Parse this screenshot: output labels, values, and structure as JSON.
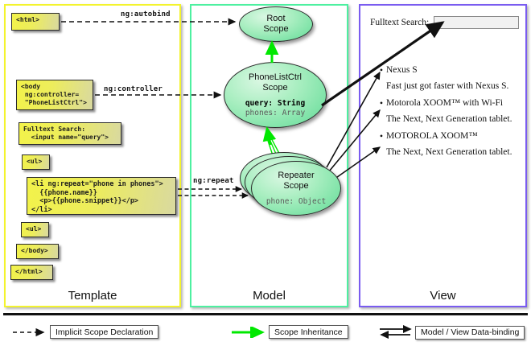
{
  "columns": {
    "template": {
      "label": "Template"
    },
    "model": {
      "label": "Model"
    },
    "view": {
      "label": "View"
    }
  },
  "template": {
    "boxes": [
      {
        "name": "html-open-box",
        "text": "<html>"
      },
      {
        "name": "body-box",
        "text": "<body\n ng:controller=\n \"PhoneListCtrl\">"
      },
      {
        "name": "fulltext-box",
        "text": "Fulltext Search:\n  <input name=\"query\">"
      },
      {
        "name": "ul-open-box",
        "text": "<ul>"
      },
      {
        "name": "li-repeat-box",
        "text": "<li ng:repeat=\"phone in phones\">\n  {{phone.name}}\n  <p>{{phone.snippet}}</p>\n</li>"
      },
      {
        "name": "ul-close-box",
        "text": "<ul>"
      },
      {
        "name": "body-close-box",
        "text": "</body>"
      },
      {
        "name": "html-close-box",
        "text": "</html>"
      }
    ]
  },
  "model": {
    "scopes": [
      {
        "name": "root-scope",
        "title": "Root\nScope",
        "props": []
      },
      {
        "name": "phonelistctrl-scope",
        "title": "PhoneListCtrl\nScope",
        "props": [
          {
            "text": "query: String",
            "emphasis": true
          },
          {
            "text": "phones: Array",
            "emphasis": false
          }
        ]
      },
      {
        "name": "repeater-scope",
        "title": "Repeater\nScope",
        "props": [
          {
            "text": "phone: Object",
            "emphasis": false
          }
        ]
      }
    ]
  },
  "edges": {
    "autobind": "ng:autobind",
    "controller": "ng:controller",
    "repeat": "ng:repeat"
  },
  "view": {
    "search": {
      "label": "Fulltext Search:",
      "value": "",
      "placeholder": ""
    },
    "phones": [
      {
        "name": "Nexus S",
        "snippet": "Fast just got faster with Nexus S."
      },
      {
        "name": "Motorola XOOM™  with Wi-Fi",
        "snippet": "The Next, Next Generation tablet."
      },
      {
        "name": "MOTOROLA XOOM™",
        "snippet": "The Next, Next Generation tablet."
      }
    ],
    "bullet": "•"
  },
  "legend": [
    {
      "name": "legend-implicit-scope",
      "label": "Implicit Scope Declaration",
      "arrow": "dashed-arrow",
      "color": "#000000"
    },
    {
      "name": "legend-scope-inherit",
      "label": "Scope Inheritance",
      "arrow": "green-solid-arrow",
      "color": "#00e800"
    },
    {
      "name": "legend-data-binding",
      "label": "Model / View Data-binding",
      "arrow": "double-arrow",
      "color": "#000000"
    }
  ],
  "colors": {
    "template_border": "#f3f32e",
    "model_border": "#4df0a0",
    "view_border": "#7a5cf0",
    "code_box": "#eded4a",
    "scope_green": "#7fe3a8",
    "inherit_arrow": "#00e800"
  }
}
